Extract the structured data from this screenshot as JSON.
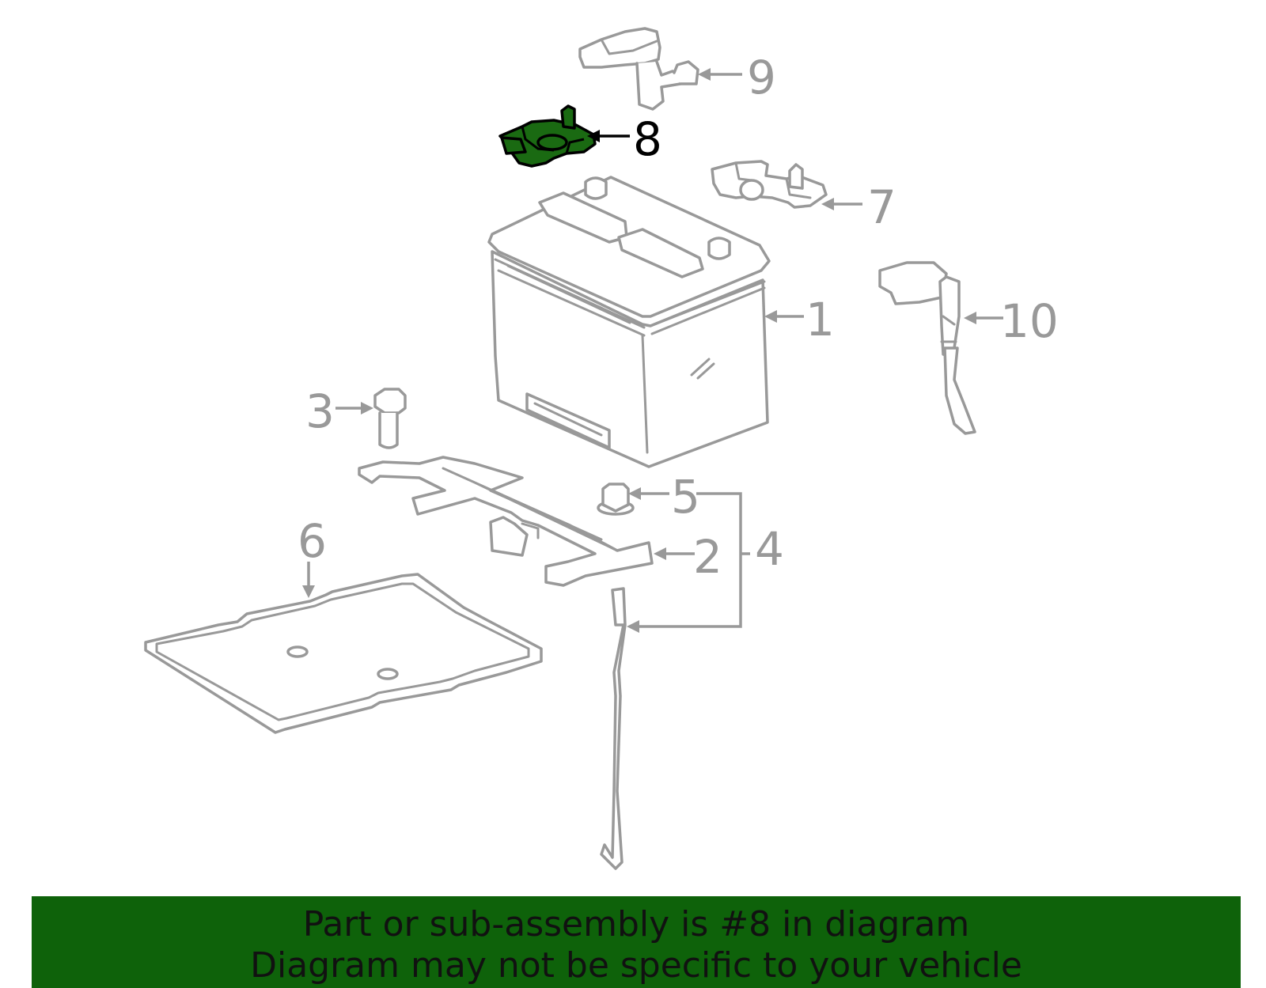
{
  "colors": {
    "highlight": "#1a6a12",
    "parts": "#999999",
    "banner": "#0e620a"
  },
  "callouts": {
    "c1": "1",
    "c2": "2",
    "c3": "3",
    "c4": "4",
    "c5": "5",
    "c6": "6",
    "c7": "7",
    "c8": "8",
    "c9": "9",
    "c10": "10"
  },
  "banner": {
    "line1": "Part or sub-assembly is #8 in diagram",
    "line2": "Diagram may not be specific to your vehicle"
  }
}
